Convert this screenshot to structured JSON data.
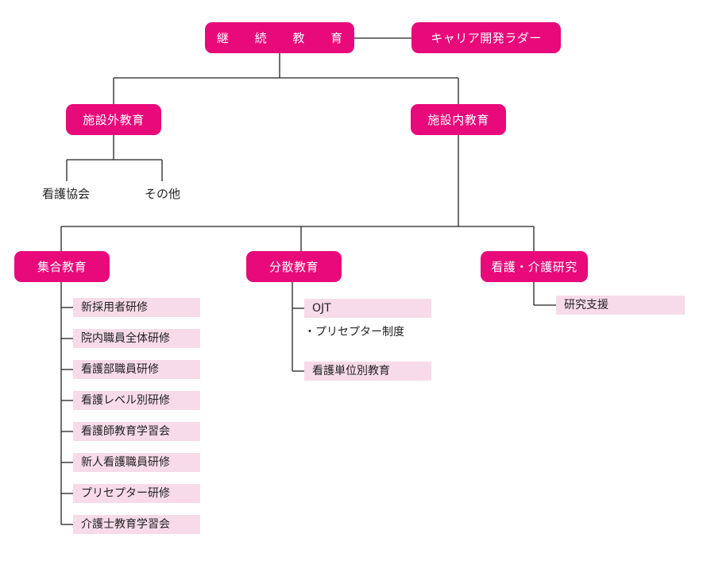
{
  "root": {
    "label": "継 続 教 育"
  },
  "career_ladder": {
    "label": "キャリア開発ラダー"
  },
  "external_education": {
    "label": "施設外教育",
    "children": [
      "看護協会",
      "その他"
    ]
  },
  "internal_education": {
    "label": "施設内教育"
  },
  "group_education": {
    "label": "集合教育",
    "items": [
      "新採用者研修",
      "院内職員全体研修",
      "看護部職員研修",
      "看護レベル別研修",
      "看護師教育学習会",
      "新人看護職員研修",
      "プリセプター研修",
      "介護士教育学習会"
    ]
  },
  "distributed_education": {
    "label": "分散教育",
    "items": [
      "OJT",
      "看護単位別教育"
    ],
    "ojt_note": "・プリセプター制度"
  },
  "nursing_research": {
    "label": "看護・介護研究",
    "items": [
      "研究支援"
    ]
  },
  "colors": {
    "node": "#e8097a",
    "item": "#f7dbe8",
    "line": "#222222"
  }
}
